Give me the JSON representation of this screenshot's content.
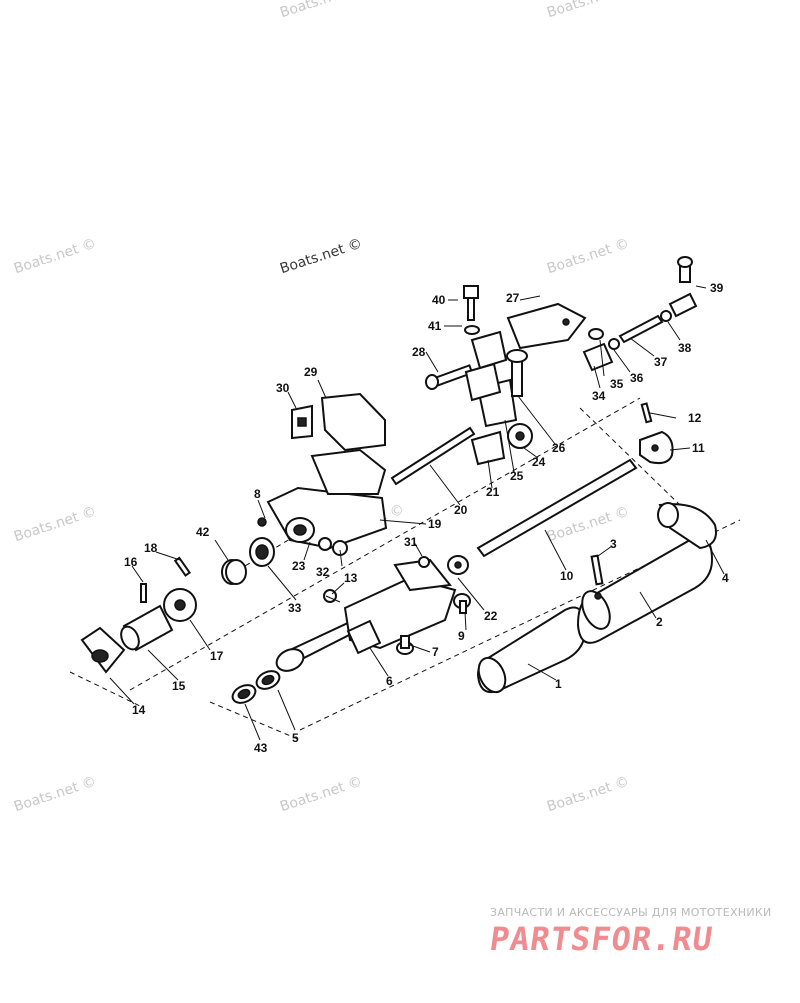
{
  "watermarks": [
    "Boats.net ©",
    "Boats.net ©",
    "Boats.net ©",
    "Boats.net ©",
    "Boats.net ©",
    "Boats.net ©",
    "Boats.net ©",
    "Boats.net ©",
    "Boats.net ©",
    "Boats.net ©",
    "Boats.net ©"
  ],
  "footer": {
    "tagline": "ЗАПЧАСТИ И АКСЕССУАРЫ ДЛЯ МОТОТЕХНИКИ",
    "logo": "PARTSFOR.RU",
    "logo_color": "#f08b90"
  },
  "callouts": [
    "1",
    "2",
    "3",
    "4",
    "5",
    "6",
    "7",
    "8",
    "9",
    "10",
    "11",
    "12",
    "13",
    "14",
    "15",
    "16",
    "17",
    "18",
    "19",
    "20",
    "21",
    "22",
    "23",
    "24",
    "25",
    "26",
    "27",
    "28",
    "29",
    "30",
    "31",
    "32",
    "33",
    "34",
    "35",
    "36",
    "37",
    "38",
    "39",
    "40",
    "41",
    "42",
    "43"
  ]
}
